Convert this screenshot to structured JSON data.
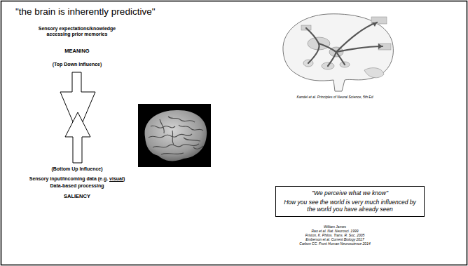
{
  "diagram": {
    "title": "\"the brain is inherently predictive\"",
    "nodes": [
      {
        "text": [
          "\"We perceive what we know\"",
          "How you see the world is very much influenced by the world you have already seen"
        ]
      }
    ],
    "labels": [
      "Sensory expectations/knowledge accessing prior memories",
      "MEANING",
      "(Top Down Influence)",
      "(Bottom Up Influence)",
      "Sensory input/incoming data (e.g. visual)",
      "Data-based processing",
      "SALIENCY",
      "Kandel et al. Principles of Neural Science, 5th Ed",
      "William James",
      "Rao et al. Nat. Neurosci. 1999",
      "Friston, K. Philos. Trans. R. Soc. 2005",
      "Emberson et al. Current Biology 2017",
      "Carbon CC. Front Human Neuroscience 2014"
    ]
  }
}
